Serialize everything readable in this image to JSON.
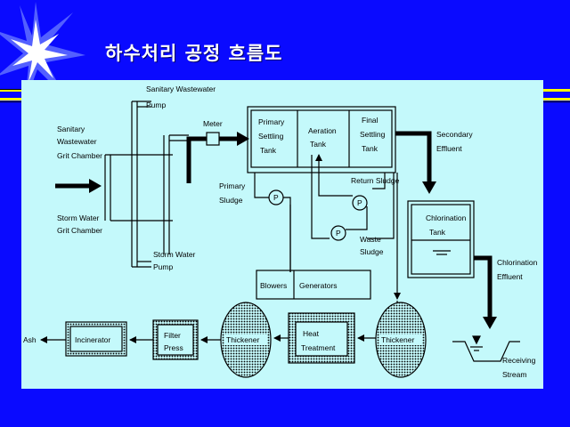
{
  "slide": {
    "title": "하수처리 공정 흐름도",
    "colors": {
      "background": "#0a0aff",
      "panel": "#c4f9fb",
      "stripe": "#ffff00",
      "ink": "#000000"
    }
  },
  "labels": {
    "sanitary_pump": "Sanitary Wastewater",
    "pump_top": "Pump",
    "sanitary_in_1": "Sanitary",
    "sanitary_in_2": "Wastewater",
    "grit_chamber_1": "Grit Chamber",
    "storm_water": "Storm Water",
    "grit_chamber_2": "Grit Chamber",
    "storm_pump": "Storm Water",
    "pump_bottom": "Pump",
    "meter": "Meter",
    "primary_1": "Primary",
    "primary_2": "Settling",
    "primary_3": "Tank",
    "aeration_1": "Aeration",
    "aeration_2": "Tank",
    "final_1": "Final",
    "final_2": "Settling",
    "final_3": "Tank",
    "secondary_1": "Secondary",
    "secondary_2": "Effluent",
    "primary_sludge_1": "Primary",
    "primary_sludge_2": "Sludge",
    "return_sludge": "Return Sludge",
    "waste_sludge_1": "Waste",
    "waste_sludge_2": "Sludge",
    "chlorination_tank_1": "Chlorination",
    "chlorination_tank_2": "Tank",
    "chlorination_eff_1": "Chlorination",
    "chlorination_eff_2": "Effluent",
    "blowers": "Blowers",
    "generators": "Generators",
    "ash": "Ash",
    "incinerator": "Incinerator",
    "filter_1": "Filter",
    "filter_2": "Press",
    "thickener_left": "Thickener",
    "heat_1": "Heat",
    "heat_2": "Treatment",
    "thickener_right": "Thickener",
    "receiving_1": "Receiving",
    "receiving_2": "Stream",
    "pump_p1": "P",
    "pump_p2": "P",
    "pump_p3": "P"
  }
}
